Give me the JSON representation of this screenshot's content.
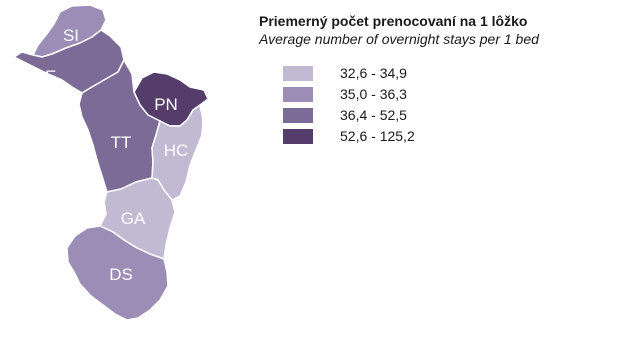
{
  "legend": {
    "title_sk": "Priemerný počet prenocovaní na 1 lôžko",
    "title_en": "Average number of overnight stays per 1 bed",
    "classes": [
      {
        "range": "32,6 - 34,9",
        "color": "#c2b9d2"
      },
      {
        "range": "35,0 - 36,3",
        "color": "#9b8db6"
      },
      {
        "range": "36,4 - 52,5",
        "color": "#7d6b97"
      },
      {
        "range": "52,6 - 125,2",
        "color": "#543c6b"
      }
    ]
  },
  "districts": [
    {
      "code": "SI",
      "class": 1
    },
    {
      "code": "SE",
      "class": 2
    },
    {
      "code": "PN",
      "class": 3
    },
    {
      "code": "TT",
      "class": 2
    },
    {
      "code": "HC",
      "class": 0
    },
    {
      "code": "GA",
      "class": 0
    },
    {
      "code": "DS",
      "class": 1
    }
  ],
  "colors": {
    "label": "#ffffff",
    "border": "#ffffff",
    "text": "#1a1a1a"
  }
}
